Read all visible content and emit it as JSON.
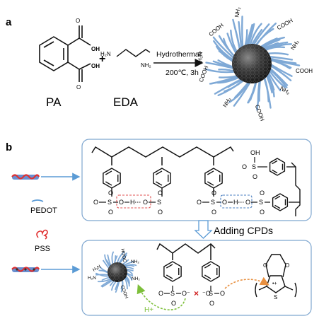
{
  "panel_a": {
    "label": "a",
    "reactant1": "PA",
    "reactant2": "EDA",
    "plus": "+",
    "pa_oh_top": "OH",
    "pa_oh_bottom": "OH",
    "pa_o_top": "O",
    "pa_o_bottom": "O",
    "eda_left": "H₂N",
    "eda_right": "NH₂",
    "condition1": "Hydrothermal",
    "condition2": "200℃, 3h",
    "groups": [
      "COOH",
      "NH₂",
      "COOH",
      "NH₂",
      "COOH",
      "NH₂",
      "COOH",
      "NH₂",
      "COOH",
      "H₂N"
    ]
  },
  "panel_b": {
    "label": "b",
    "legend_pedot": "PEDOT",
    "legend_pss": "PSS",
    "step_label": "Adding CPDs",
    "h_plus": "H+",
    "top_box": {
      "O": "O",
      "S": "S",
      "H": "H",
      "OH": "OH",
      "O_minus": "O⁻"
    },
    "bottom_box": {
      "cross": "×",
      "dot_plus": "•+",
      "S": "S",
      "O": "O",
      "O_minus": "O⁻",
      "minus_O": "⁻O"
    },
    "cpd_groups": [
      "H₂N",
      "HOOC",
      "NH₂",
      "H₂N",
      "NH₂",
      "COOH"
    ]
  },
  "colors": {
    "box_border": "#7ea6cf",
    "arrow": "#5b9bd5",
    "red_dash": "#e05050",
    "blue_dash": "#4a7fc0",
    "green_arrow": "#7dbf3a",
    "orange_arrow": "#e89040",
    "cross": "#d02020"
  }
}
